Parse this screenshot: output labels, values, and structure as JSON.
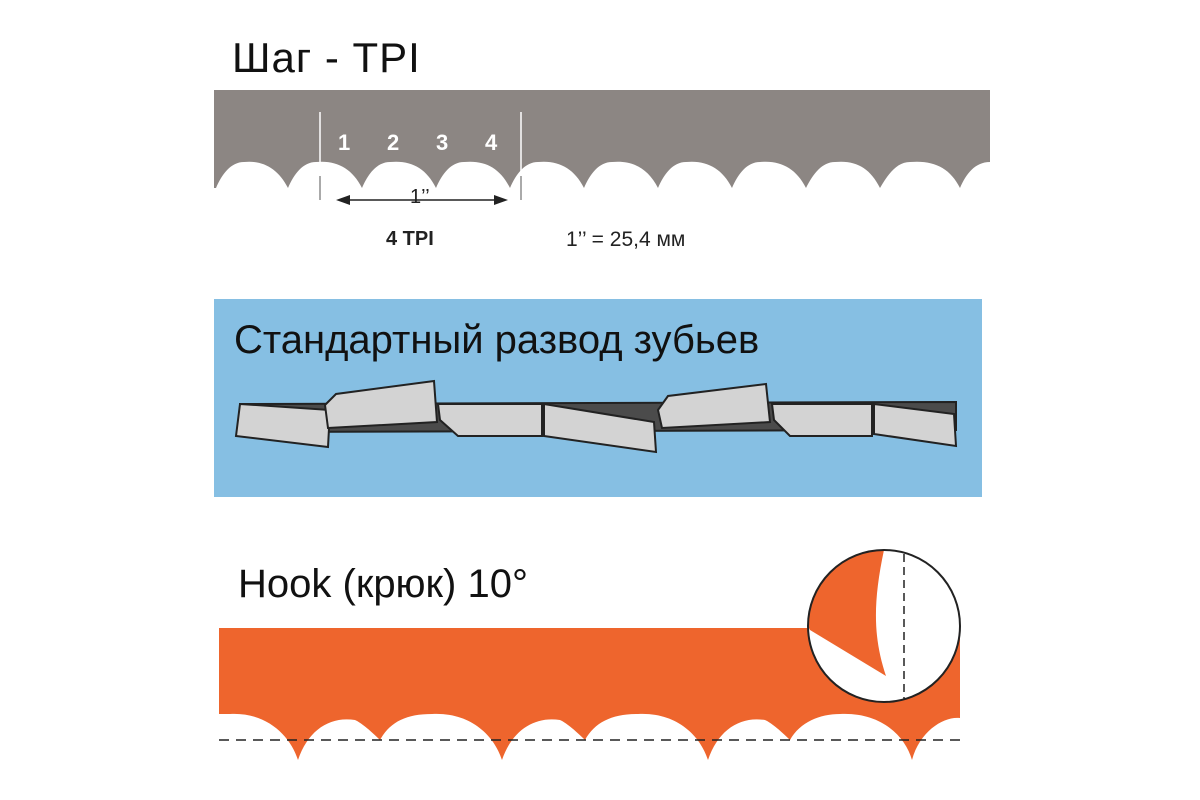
{
  "tpi_section": {
    "title": "Шаг - TPI",
    "tooth_numbers": [
      "1",
      "2",
      "3",
      "4"
    ],
    "inch_label": "1’’",
    "tpi_label": "4 TPI",
    "conversion": "1’’ = 25,4 мм"
  },
  "set_section": {
    "title": "Стандартный развод зубьев"
  },
  "hook_section": {
    "title": "Hook (крюк) 10°"
  },
  "colors": {
    "blade_gray": "#8c8683",
    "panel_blue": "#86bfe3",
    "hook_orange": "#ee652d"
  }
}
